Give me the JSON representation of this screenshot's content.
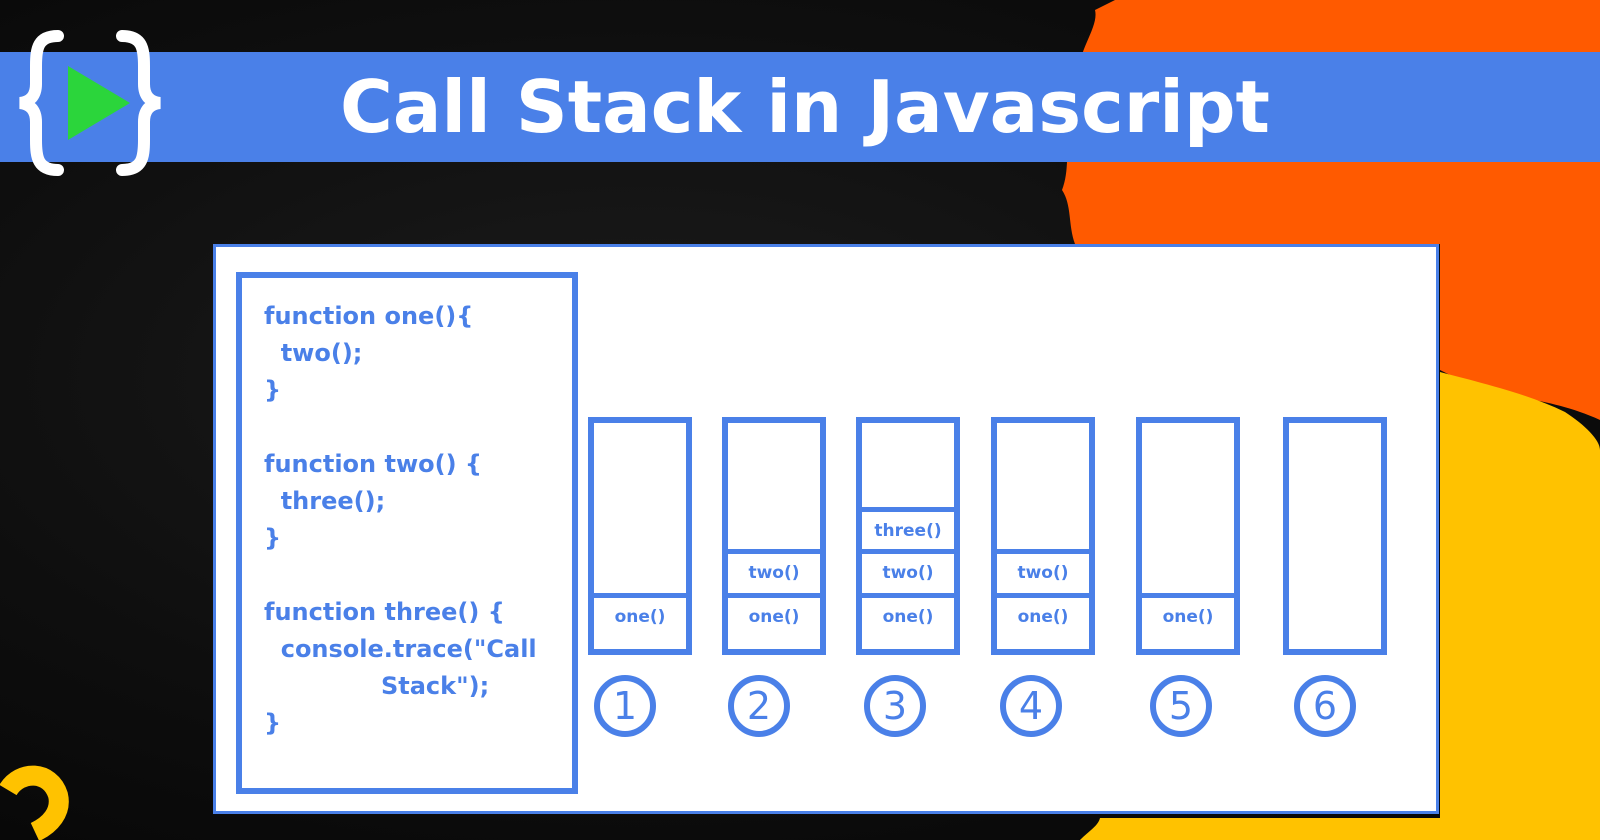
{
  "title": "Call Stack in Javascript",
  "logo": {
    "icon": "play-braces-logo-icon",
    "brace_color": "#ffffff",
    "play_color": "#2bd53b"
  },
  "colors": {
    "accent_blue": "#4a80e8",
    "orange": "#ff5a00",
    "yellow": "#ffc200",
    "background": "#0e0e0e"
  },
  "code_lines": [
    "function one(){",
    "  two();",
    "}",
    "",
    "function two() {",
    "  three();",
    "}",
    "",
    "function three() {",
    "  console.trace(\"Call",
    "              Stack\");",
    "}"
  ],
  "stacks": [
    {
      "step": "1",
      "frames": [
        "one()"
      ]
    },
    {
      "step": "2",
      "frames": [
        "one()",
        "two()"
      ]
    },
    {
      "step": "3",
      "frames": [
        "one()",
        "two()",
        "three()"
      ]
    },
    {
      "step": "4",
      "frames": [
        "one()",
        "two()"
      ]
    },
    {
      "step": "5",
      "frames": [
        "one()"
      ]
    },
    {
      "step": "6",
      "frames": []
    }
  ]
}
